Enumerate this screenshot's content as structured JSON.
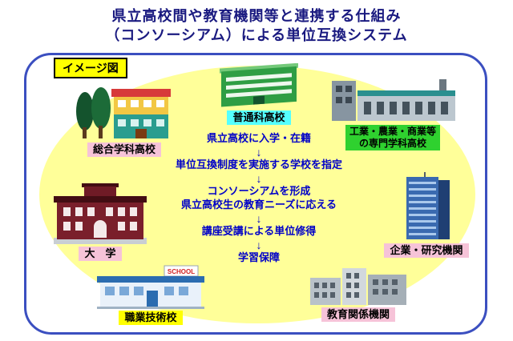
{
  "title": {
    "line1": "県立高校間や教育機関等と連携する仕組み",
    "line2": "（コンソーシアム）による単位互換システム"
  },
  "board": {
    "image_label": "イメージ図"
  },
  "nodes": {
    "futsuka": {
      "label": "普通科高校",
      "icon": "green-school-building-icon"
    },
    "sogo": {
      "label": "総合学科高校",
      "icon": "colorful-school-building-icon"
    },
    "senmon": {
      "line1": "工業・農業・商業等",
      "line2": "の専門学科高校",
      "icon": "industrial-school-building-icon"
    },
    "daigaku": {
      "label": "大　学",
      "icon": "university-building-icon"
    },
    "kigyo": {
      "label": "企業・研究機関",
      "icon": "office-tower-icon"
    },
    "shokugyo": {
      "label": "職業技術校",
      "sign": "SCHOOL",
      "icon": "vocational-school-building-icon"
    },
    "kyoiku": {
      "label": "教育関係機関",
      "icon": "gray-buildings-icon"
    }
  },
  "flow": {
    "arrow": "↓",
    "step1": "県立高校に入学・在籍",
    "step2": "単位互換制度を実施する学校を指定",
    "step3_line1": "コンソーシアムを形成",
    "step3_line2": "県立高校生の教育ニーズに応える",
    "step4": "講座受講による単位修得",
    "step5": "学習保障"
  },
  "colors": {
    "title_navy": "#1a1a80",
    "flow_blue": "#0000c8",
    "ellipse_yellow": "#ffff99",
    "board_border_blue": "#3b4fc0",
    "label_pink": "#f6c3d8",
    "label_cyan": "#55ffff",
    "label_green": "#2fd12f",
    "label_yellow": "#ffff00"
  }
}
